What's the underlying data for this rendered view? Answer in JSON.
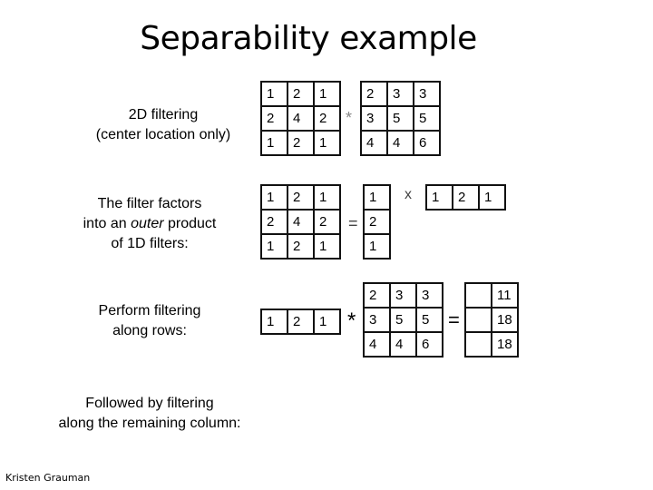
{
  "title": "Separability example",
  "section1": {
    "label_lines": [
      "2D filtering",
      "(center location only)"
    ],
    "filter": [
      [
        "1",
        "2",
        "1"
      ],
      [
        "2",
        "4",
        "2"
      ],
      [
        "1",
        "2",
        "1"
      ]
    ],
    "operator": "*",
    "image": [
      [
        "2",
        "3",
        "3"
      ],
      [
        "3",
        "5",
        "5"
      ],
      [
        "4",
        "4",
        "6"
      ]
    ]
  },
  "section2": {
    "label_lines": [
      "The filter factors",
      "into an outer product",
      "of 1D filters:"
    ],
    "label_emphasis": "outer",
    "filter": [
      [
        "1",
        "2",
        "1"
      ],
      [
        "2",
        "4",
        "2"
      ],
      [
        "1",
        "2",
        "1"
      ]
    ],
    "equals": "=",
    "column": [
      [
        "1"
      ],
      [
        "2"
      ],
      [
        "1"
      ]
    ],
    "times": "x",
    "row": [
      [
        "1",
        "2",
        "1"
      ]
    ]
  },
  "section3": {
    "label_lines": [
      "Perform filtering",
      "along rows:"
    ],
    "row_filter": [
      [
        "1",
        "2",
        "1"
      ]
    ],
    "operator": "*",
    "image": [
      [
        "2",
        "3",
        "3"
      ],
      [
        "3",
        "5",
        "5"
      ],
      [
        "4",
        "4",
        "6"
      ]
    ],
    "equals": "=",
    "result": [
      [
        "",
        "11"
      ],
      [
        "",
        "18"
      ],
      [
        "",
        "18"
      ]
    ]
  },
  "section4": {
    "label_lines": [
      "Followed by filtering",
      "along the remaining column:"
    ]
  },
  "credit": "Kristen Grauman"
}
